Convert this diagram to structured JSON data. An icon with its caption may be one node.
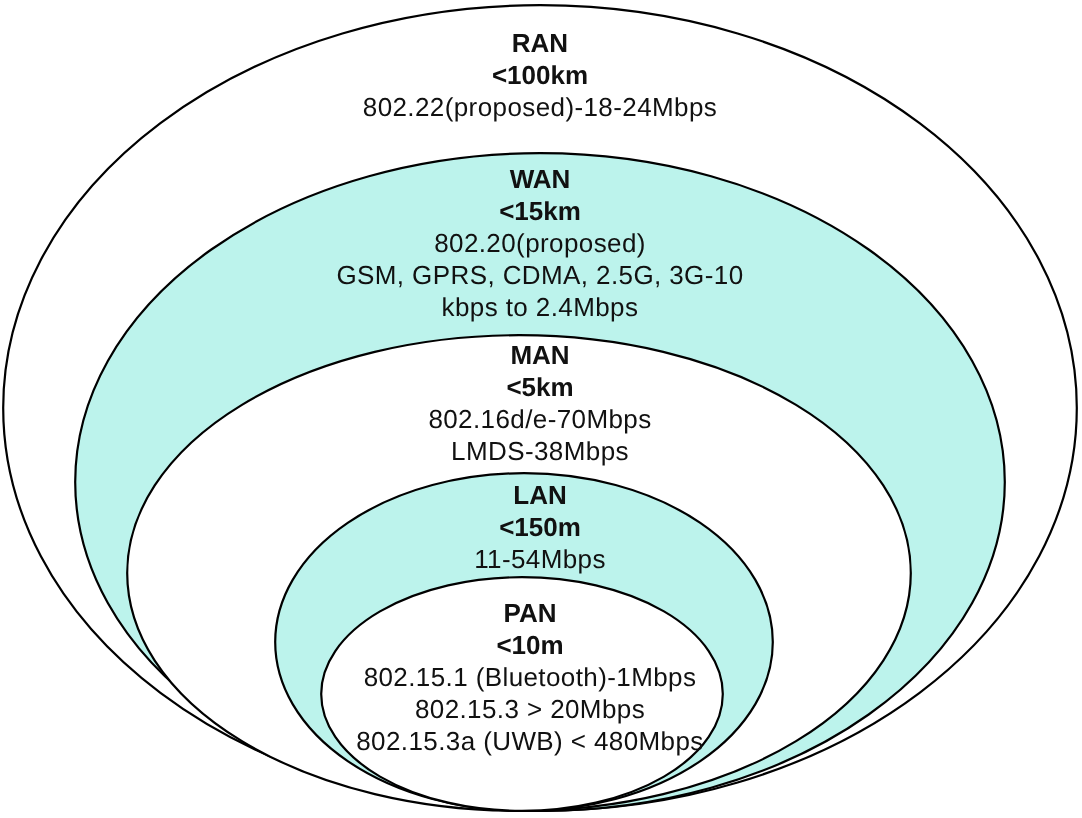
{
  "diagram": {
    "nodes": [
      {
        "text": [
          "RAN",
          "<100km",
          "802.22(proposed)-18-24Mbps"
        ]
      },
      {
        "text": [
          "WAN",
          "<15km",
          "802.20(proposed)",
          "GSM, GPRS, CDMA, 2.5G, 3G-10 kbps to 2.4Mbps"
        ],
        "in": 0
      },
      {
        "text": [
          "MAN",
          "<5km",
          "802.16d/e-70Mbps",
          "LMDS-38Mbps"
        ],
        "in": 1
      },
      {
        "text": [
          "LAN",
          "<150m",
          "11-54Mbps"
        ],
        "in": 2
      },
      {
        "text": [
          "PAN",
          "<10m",
          "802.15.1 (Bluetooth)-1Mbps",
          "802.15.3 > 20Mbps",
          "802.15.3a (UWB) < 480Mbps"
        ],
        "in": 3
      }
    ]
  }
}
